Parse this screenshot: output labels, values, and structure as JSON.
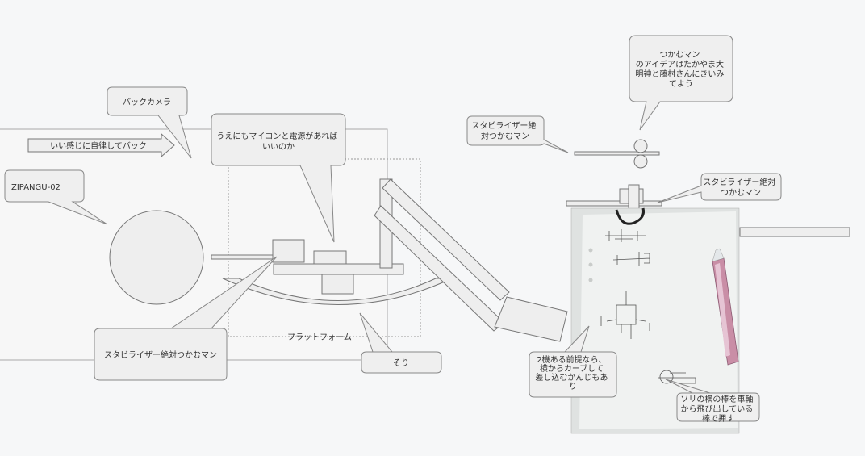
{
  "diagram": {
    "labels": {
      "back_camera": "バックカメラ",
      "auto_back": "いい感じに自律してバック",
      "zipangu": "ZIPANGU-02",
      "upper_mcu": [
        "うえにもマイコンと電源があれば",
        "いいのか"
      ],
      "platform": "プラットフォーム",
      "stabilizer_left": "スタビライザー絶対つかむマン",
      "sled": "そり",
      "stabilizer_top": [
        "スタビライザー絶",
        "対つかむマン"
      ],
      "tsukamu_idea": [
        "つかむマン",
        "のアイデアはたかやま大",
        "明神と藤村さんにきいみ",
        "てよう"
      ],
      "stabilizer_right": [
        "スタビライザー絶対",
        "つかむマン"
      ],
      "two_units": [
        "2機ある前提なら、",
        "横からカーブして",
        "差し込むかんじもあ",
        "り"
      ],
      "sled_rod": [
        "ソリの横の棒を車軸",
        "から飛び出している",
        "棒で押す"
      ]
    },
    "colors": {
      "background": "#f6f7f8",
      "shape_fill": "#eeeeee",
      "stroke": "#777777",
      "photo_paper": "#e9ebea"
    }
  }
}
